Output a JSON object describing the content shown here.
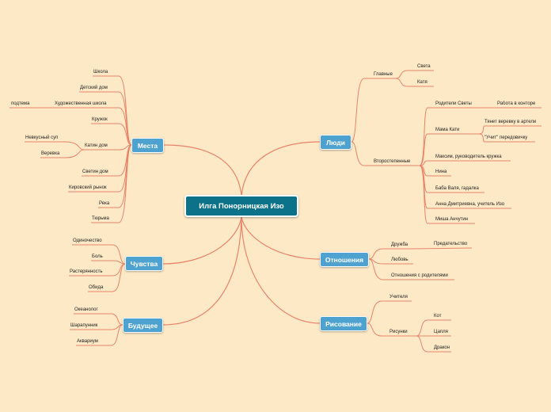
{
  "central": "Илга Понорницкая Изо",
  "topics": {
    "mesta": {
      "label": "Места",
      "items": [
        "Школа",
        "Детский дом",
        "Художественная школа",
        "Кружок",
        "Катин дом",
        "Светин дом",
        "Кировский рынок",
        "Река",
        "Тюрьма"
      ],
      "sub": {
        "art_school": "подтема",
        "katin_1": "Невкусный суп",
        "katin_2": "Веревка"
      }
    },
    "chuvstva": {
      "label": "Чувства",
      "items": [
        "Одиночество",
        "Боль",
        "Растерянность",
        "Обида"
      ]
    },
    "budushchee": {
      "label": "Будущее",
      "items": [
        "Океанолог",
        "Шарапунник",
        "Аквариум"
      ]
    },
    "lyudi": {
      "label": "Люди",
      "main_label": "Главные",
      "main_items": [
        "Света",
        "Катя"
      ],
      "secondary_label": "Второстепенные",
      "secondary_items": [
        "Родители Светы",
        "Мама Кати",
        "Максим, руководитель кружка",
        "Нина",
        "Баба Валя, гадалка",
        "Анна Дмитриевна, учитель Изо",
        "Миша Анчутин"
      ],
      "parents_sub": "Работа в конторе",
      "mama_sub": [
        "Тянет веревку в артели",
        "\"Учит\" передовичку"
      ]
    },
    "otnosheniya": {
      "label": "Отношения",
      "items": [
        "Дружба",
        "Любовь",
        "Отношения с родителями"
      ],
      "friendship_sub": "Предательство"
    },
    "risovanie": {
      "label": "Рисование",
      "teacher": "Учителя",
      "drawings_label": "Рисунки",
      "drawings": [
        "Кот",
        "Цапля",
        "Дракон"
      ]
    }
  }
}
